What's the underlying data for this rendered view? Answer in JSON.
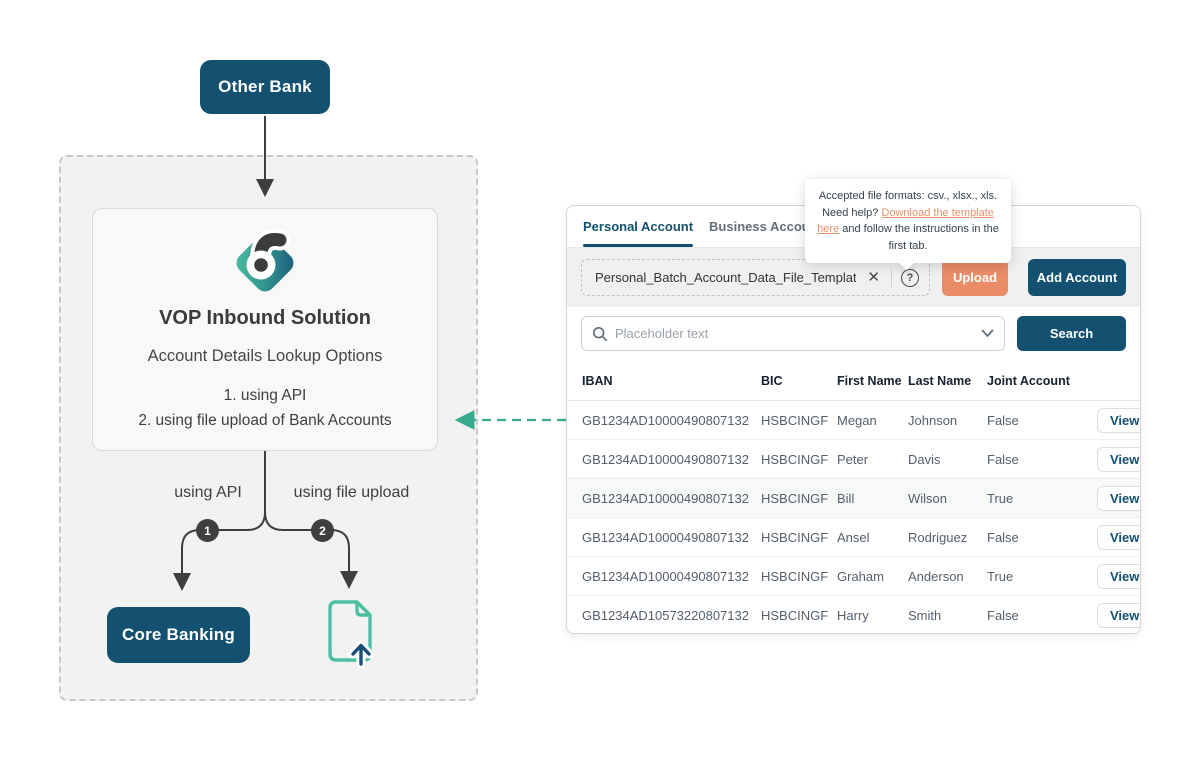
{
  "diagram": {
    "other_bank_label": "Other Bank",
    "vop": {
      "title": "VOP Inbound Solution",
      "subtitle": "Account Details Lookup Options",
      "option1": "1. using API",
      "option2": "2. using file upload of Bank Accounts"
    },
    "branch1_label": "using API",
    "branch2_label": "using file upload",
    "branch1_number": "1",
    "branch2_number": "2",
    "core_banking_label": "Core Banking"
  },
  "panel": {
    "tabs": [
      {
        "label": "Personal Account"
      },
      {
        "label": "Business Account"
      }
    ],
    "tooltip": {
      "text_before": "Accepted file formats: csv., xlsx., xls. Need help? ",
      "link_text": "Download the template here",
      "text_after": " and follow the instructions in the first tab."
    },
    "upload": {
      "file_name": "Personal_Batch_Account_Data_File_Template.csv",
      "upload_button": "Upload",
      "add_account_button": "Add Account"
    },
    "search": {
      "placeholder": "Placeholder text",
      "button": "Search"
    },
    "table": {
      "columns": [
        "IBAN",
        "BIC",
        "First Name",
        "Last Name",
        "Joint Account"
      ],
      "view_button": "View",
      "rows": [
        {
          "iban": "GB1234AD10000490807132",
          "bic": "HSBCINGF",
          "first": "Megan",
          "last": "Johnson",
          "joint": "False"
        },
        {
          "iban": "GB1234AD10000490807132",
          "bic": "HSBCINGF",
          "first": "Peter",
          "last": "Davis",
          "joint": "False"
        },
        {
          "iban": "GB1234AD10000490807132",
          "bic": "HSBCINGF",
          "first": "Bill",
          "last": "Wilson",
          "joint": "True"
        },
        {
          "iban": "GB1234AD10000490807132",
          "bic": "HSBCINGF",
          "first": "Ansel",
          "last": "Rodriguez",
          "joint": "False"
        },
        {
          "iban": "GB1234AD10000490807132",
          "bic": "HSBCINGF",
          "first": "Graham",
          "last": "Anderson",
          "joint": "True"
        },
        {
          "iban": "GB1234AD10573220807132",
          "bic": "HSBCINGF",
          "first": "Harry",
          "last": "Smith",
          "joint": "False"
        }
      ]
    }
  },
  "icons": {
    "close": "✕",
    "help": "?"
  },
  "colors": {
    "navy": "#14506f",
    "salmon": "#e98c68",
    "link_salmon": "#e8926c",
    "teal": "#3aaa8e",
    "charcoal": "#3f3f3f"
  }
}
